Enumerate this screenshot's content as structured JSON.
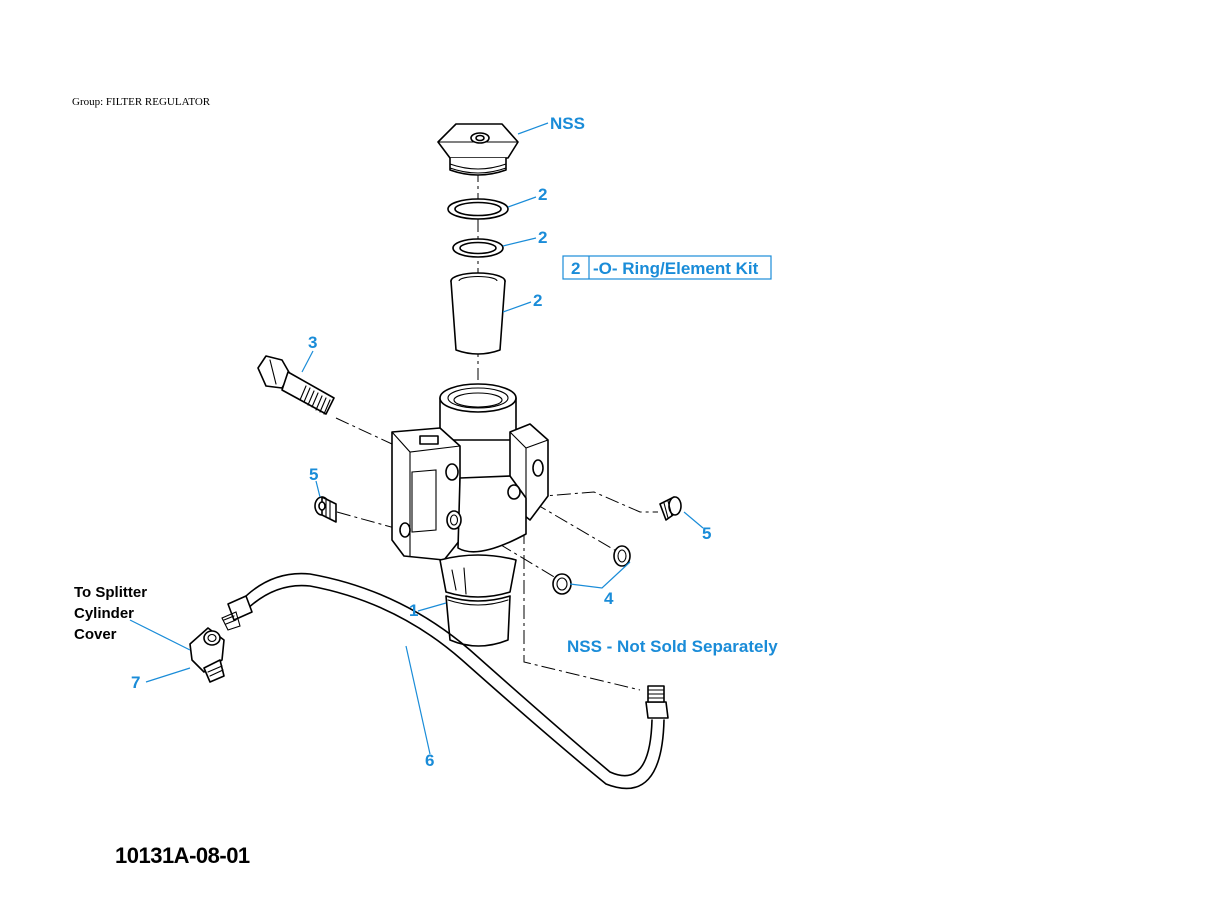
{
  "group_label": "Group: FILTER REGULATOR",
  "drawing_number": "10131A-08-01",
  "callouts": {
    "nss_top": "NSS",
    "oring_upper": "2",
    "oring_lower": "2",
    "element": "2",
    "bolt": "3",
    "plug_left": "5",
    "plug_right": "5",
    "washers": "4",
    "bowl": "1",
    "tube": "6",
    "elbow": "7"
  },
  "kit": {
    "number": "2",
    "description": "-O- Ring/Element Kit"
  },
  "notes": {
    "nss_legend": "NSS - Not Sold Separately",
    "destination_line1": "To Splitter",
    "destination_line2": "Cylinder",
    "destination_line3": "Cover"
  },
  "colors": {
    "callout": "#1a8cd8",
    "line": "#000000"
  }
}
